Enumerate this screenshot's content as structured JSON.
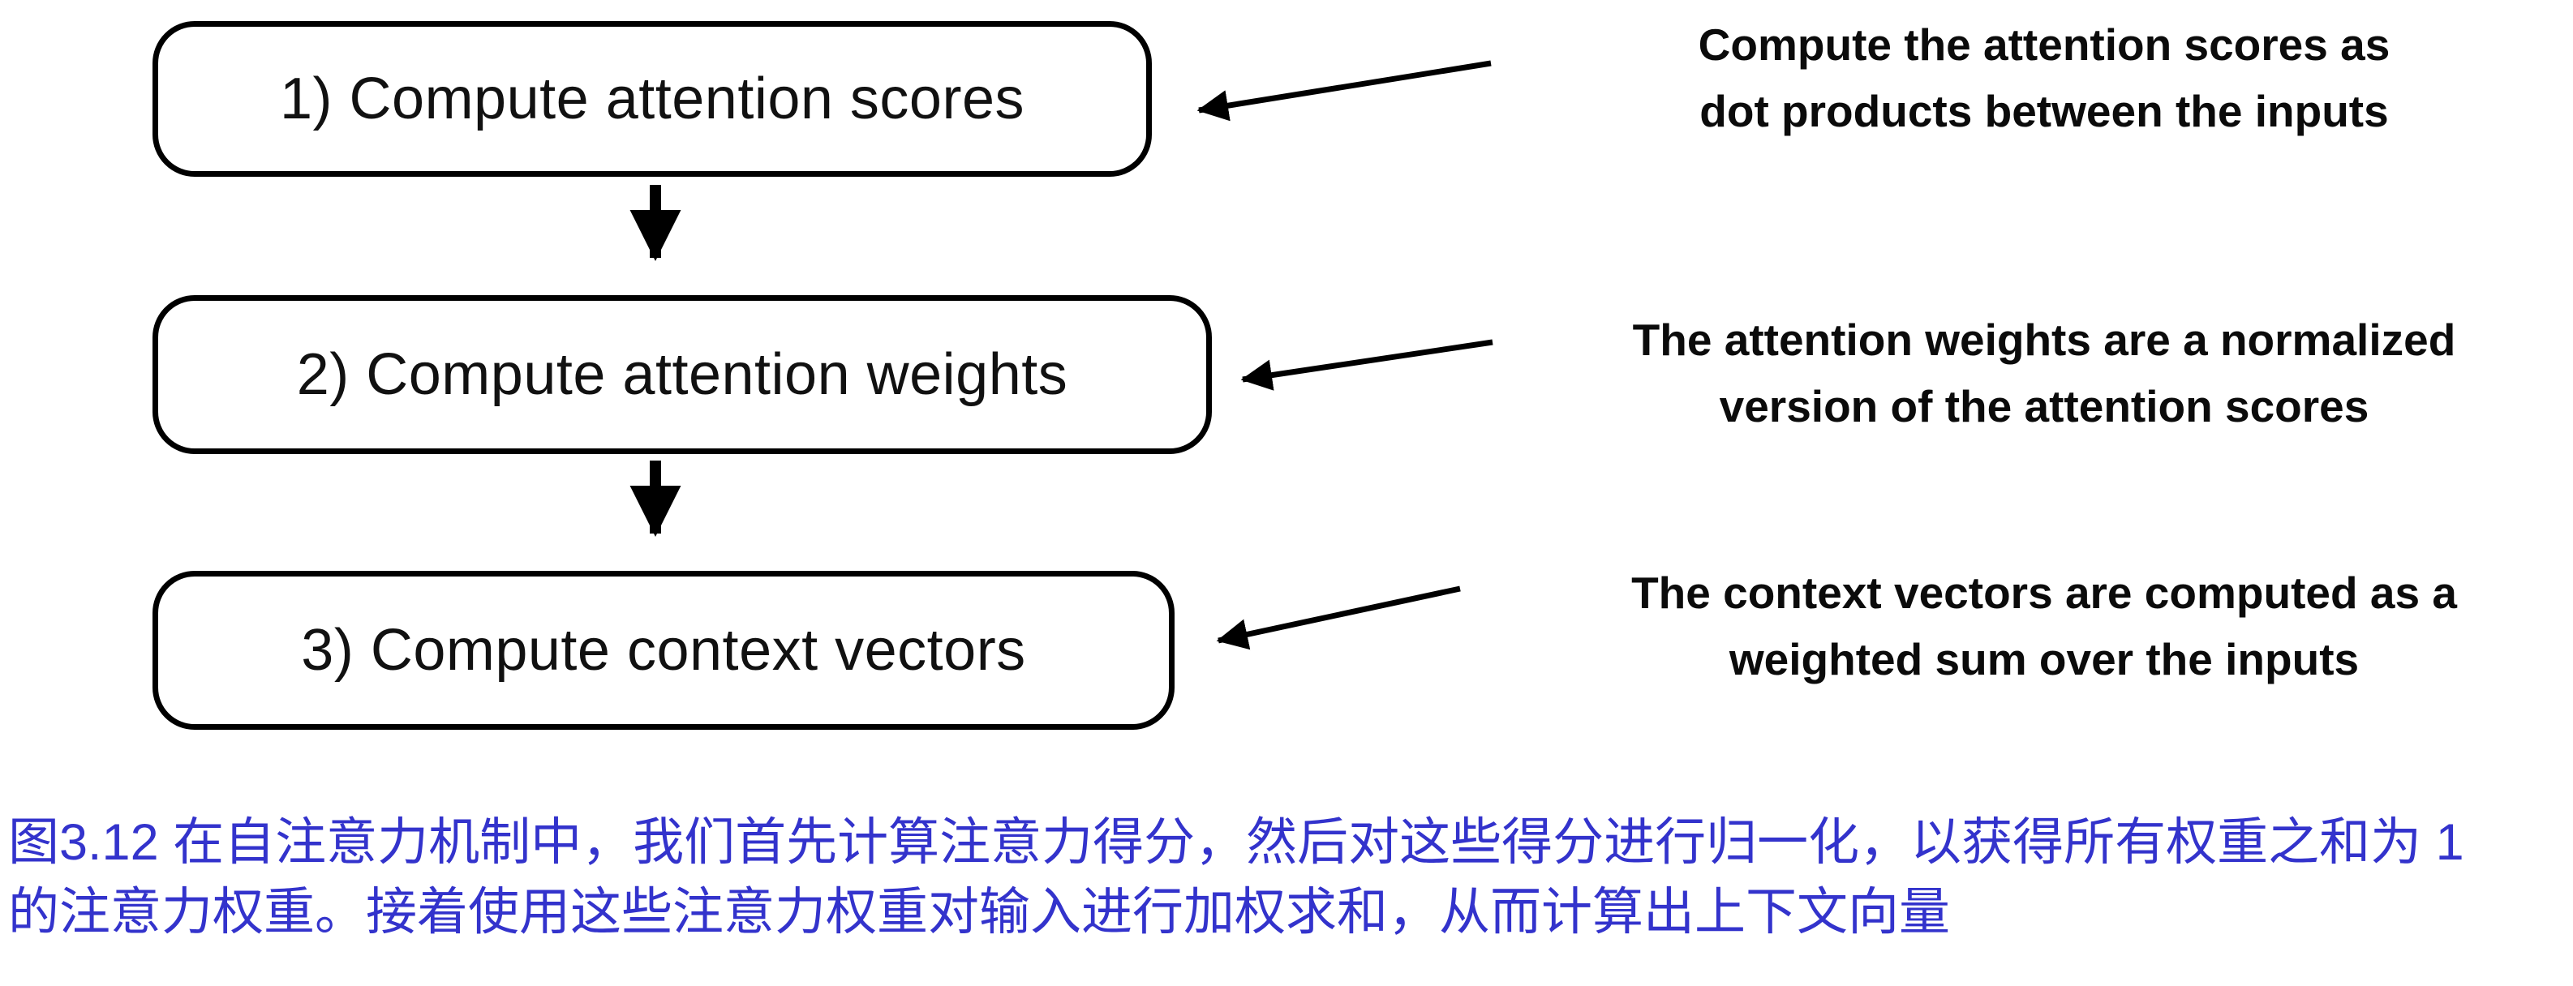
{
  "diagram": {
    "boxes": [
      {
        "label": "1) Compute attention scores"
      },
      {
        "label": "2) Compute attention weights"
      },
      {
        "label": "3) Compute context vectors"
      }
    ],
    "annotations": [
      {
        "line1": "Compute the attention scores as",
        "line2": "dot products between the inputs"
      },
      {
        "line1": "The attention weights are a normalized",
        "line2": "version of the attention scores"
      },
      {
        "line1": "The context vectors are computed as a",
        "line2": "weighted sum over the inputs"
      }
    ]
  },
  "caption": {
    "label": "图3.12",
    "line1": "图3.12 在自注意力机制中，我们首先计算注意力得分，然后对这些得分进行归一化，以获得所有权重之和为 1",
    "line2": "的注意力权重。接着使用这些注意力权重对输入进行加权求和，从而计算出上下文向量",
    "color": "#3333cc"
  },
  "colors": {
    "background": "#ffffff",
    "box_border": "#000000",
    "box_text": "#111111",
    "annotation_text": "#0b0b0b",
    "arrow": "#000000"
  }
}
